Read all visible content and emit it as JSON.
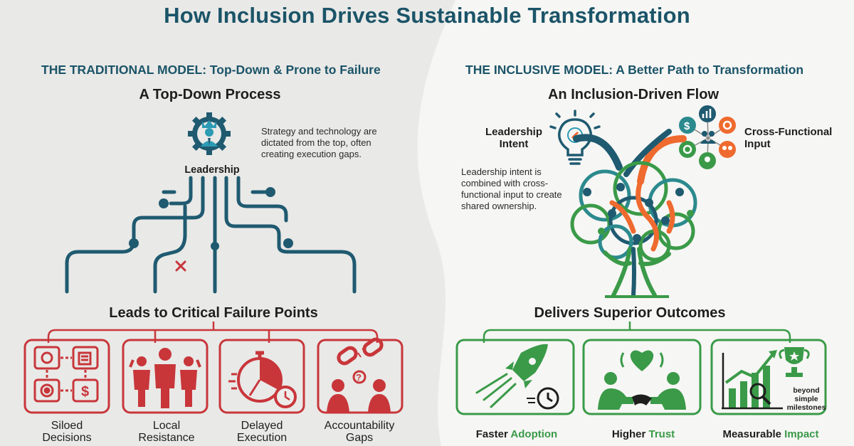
{
  "title": "How Inclusion Drives Sustainable Transformation",
  "colors": {
    "teal": "#1f5a70",
    "red": "#c8363a",
    "green": "#3a9a48",
    "orange": "#ef6a2e",
    "dark": "#1e1e1e"
  },
  "traditional": {
    "heading": "THE TRADITIONAL MODEL: Top-Down & Prone to Failure",
    "subheading": "A Top-Down Process",
    "leader_icon": "gear-leader-icon",
    "leader_label": "Leadership",
    "note_lines": [
      "Strategy and technology are",
      "dictated from the top, often",
      "creating execution gaps."
    ],
    "failure_heading": "Leads to Critical Failure Points",
    "failures": [
      {
        "icon": "siloed-grid-icon",
        "line1": "Siloed",
        "line2": "Decisions"
      },
      {
        "icon": "resistance-people-icon",
        "line1": "Local",
        "line2": "Resistance"
      },
      {
        "icon": "stopwatch-icon",
        "line1": "Delayed",
        "line2": "Execution"
      },
      {
        "icon": "broken-chain-icon",
        "line1": "Accountability",
        "line2": "Gaps"
      }
    ]
  },
  "inclusive": {
    "heading": "THE INCLUSIVE MODEL: A Better Path to Transformation",
    "subheading": "An Inclusion-Driven Flow",
    "intent_lines": [
      "Leadership",
      "Intent"
    ],
    "input_lines": [
      "Cross-Functional",
      "Input"
    ],
    "note_lines": [
      "Leadership intent is",
      "combined with cross-",
      "functional input to create",
      "shared ownership."
    ],
    "outcome_heading": "Delivers Superior Outcomes",
    "outcomes": [
      {
        "icon": "rocket-icon",
        "plain": "Faster ",
        "accent": "Adoption"
      },
      {
        "icon": "handshake-heart-icon",
        "plain": "Higher ",
        "accent": "Trust"
      },
      {
        "icon": "growth-chart-trophy-icon",
        "plain": "Measurable ",
        "accent": "Impact"
      }
    ],
    "impact_badge": [
      "beyond",
      "simple",
      "milestones"
    ]
  }
}
